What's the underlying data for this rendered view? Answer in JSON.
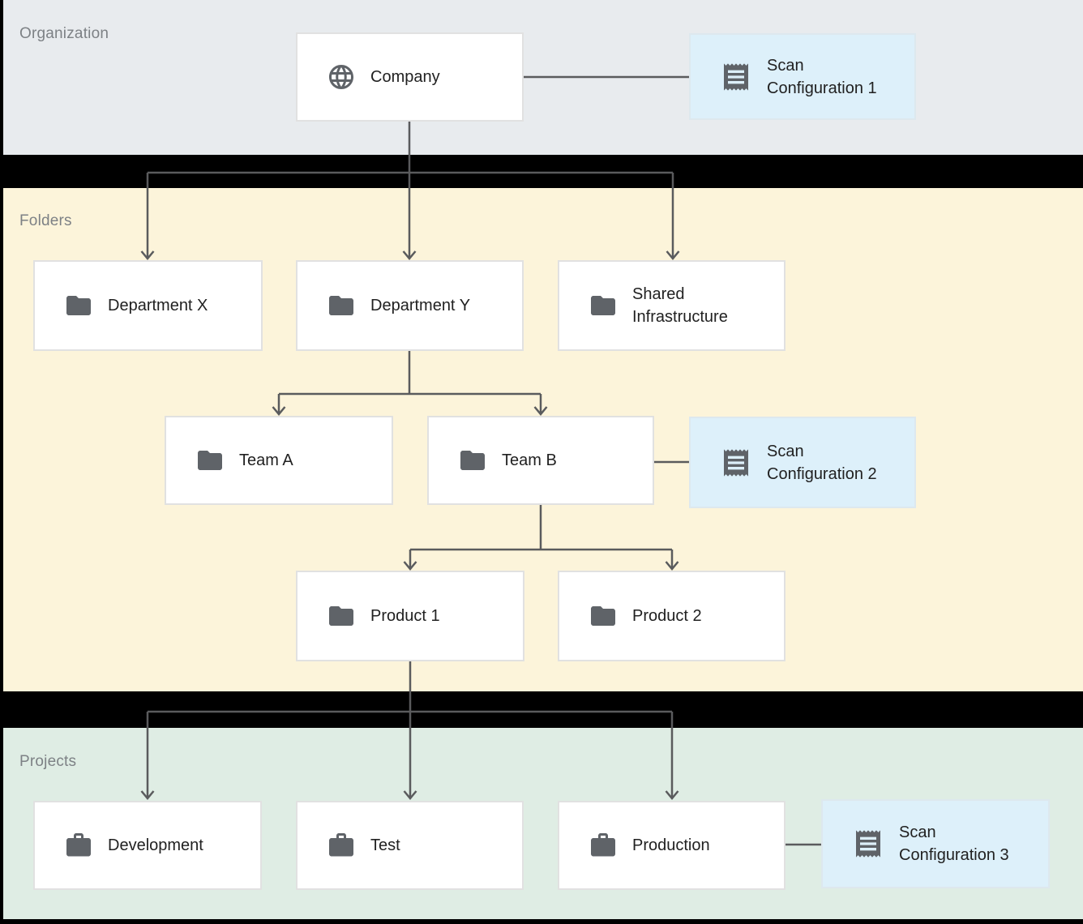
{
  "sections": {
    "organization": {
      "label": "Organization",
      "background": "#e8ebee"
    },
    "folders": {
      "label": "Folders",
      "background": "#fcf4da"
    },
    "projects": {
      "label": "Projects",
      "background": "#dfede4"
    }
  },
  "nodes": {
    "company": {
      "label": "Company",
      "icon": "globe-icon",
      "type": "organization"
    },
    "scan_config_1": {
      "label": "Scan Configuration 1",
      "icon": "receipt-icon",
      "type": "scan-config"
    },
    "department_x": {
      "label": "Department X",
      "icon": "folder-icon",
      "type": "folder"
    },
    "department_y": {
      "label": "Department Y",
      "icon": "folder-icon",
      "type": "folder"
    },
    "shared_infrastructure": {
      "label": "Shared Infrastructure",
      "icon": "folder-icon",
      "type": "folder"
    },
    "team_a": {
      "label": "Team A",
      "icon": "folder-icon",
      "type": "folder"
    },
    "team_b": {
      "label": "Team B",
      "icon": "folder-icon",
      "type": "folder"
    },
    "scan_config_2": {
      "label": "Scan Configuration 2",
      "icon": "receipt-icon",
      "type": "scan-config"
    },
    "product_1": {
      "label": "Product 1",
      "icon": "folder-icon",
      "type": "folder"
    },
    "product_2": {
      "label": "Product 2",
      "icon": "folder-icon",
      "type": "folder"
    },
    "development": {
      "label": "Development",
      "icon": "briefcase-icon",
      "type": "project"
    },
    "test": {
      "label": "Test",
      "icon": "briefcase-icon",
      "type": "project"
    },
    "production": {
      "label": "Production",
      "icon": "briefcase-icon",
      "type": "project"
    },
    "scan_config_3": {
      "label": "Scan Configuration 3",
      "icon": "receipt-icon",
      "type": "scan-config"
    }
  },
  "edges": [
    {
      "from": "company",
      "to": "department_x",
      "arrow": true
    },
    {
      "from": "company",
      "to": "department_y",
      "arrow": true
    },
    {
      "from": "company",
      "to": "shared_infrastructure",
      "arrow": true
    },
    {
      "from": "company",
      "to": "scan_config_1",
      "arrow": false
    },
    {
      "from": "department_y",
      "to": "team_a",
      "arrow": true
    },
    {
      "from": "department_y",
      "to": "team_b",
      "arrow": true
    },
    {
      "from": "team_b",
      "to": "scan_config_2",
      "arrow": false
    },
    {
      "from": "team_b",
      "to": "product_1",
      "arrow": true
    },
    {
      "from": "team_b",
      "to": "product_2",
      "arrow": true
    },
    {
      "from": "product_1",
      "to": "development",
      "arrow": true
    },
    {
      "from": "product_1",
      "to": "test",
      "arrow": true
    },
    {
      "from": "product_1",
      "to": "production",
      "arrow": true
    },
    {
      "from": "production",
      "to": "scan_config_3",
      "arrow": false
    }
  ],
  "colors": {
    "page_background": "#000000",
    "node_background": "#ffffff",
    "scan_config_background": "#ddf0fa",
    "node_border": "#e1e1e1",
    "connector": "#5a5b5d",
    "icon": "#5f6368",
    "node_text": "#212121",
    "section_label_text": "#7d8185"
  }
}
